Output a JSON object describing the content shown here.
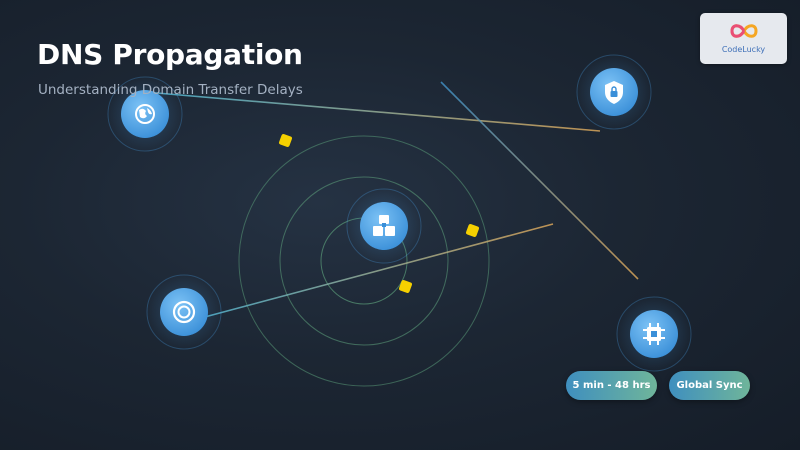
{
  "header": {
    "title": "DNS Propagation",
    "subtitle": "Understanding Domain Transfer Delays"
  },
  "logo": {
    "text": "CodeLucky",
    "icon": "infinity-logo-icon",
    "colors": [
      "#e94e77",
      "#f5a623"
    ]
  },
  "nodes": [
    {
      "name": "globe-node",
      "icon": "globe-icon"
    },
    {
      "name": "security-node",
      "icon": "shield-lock-icon"
    },
    {
      "name": "dns-server-node",
      "icon": "server-cluster-icon"
    },
    {
      "name": "target-node",
      "icon": "target-icon"
    },
    {
      "name": "processor-node",
      "icon": "chip-icon"
    }
  ],
  "badges": {
    "time_range": "5 min - 48 hrs",
    "sync": "Global Sync"
  },
  "colors": {
    "background": "#1c2633",
    "node_fill": "#4a9fe5",
    "packet": "#f5d000",
    "link_teal": "#4fb6d6",
    "link_amber": "#d9a55a",
    "ring": "#5a9a78"
  }
}
